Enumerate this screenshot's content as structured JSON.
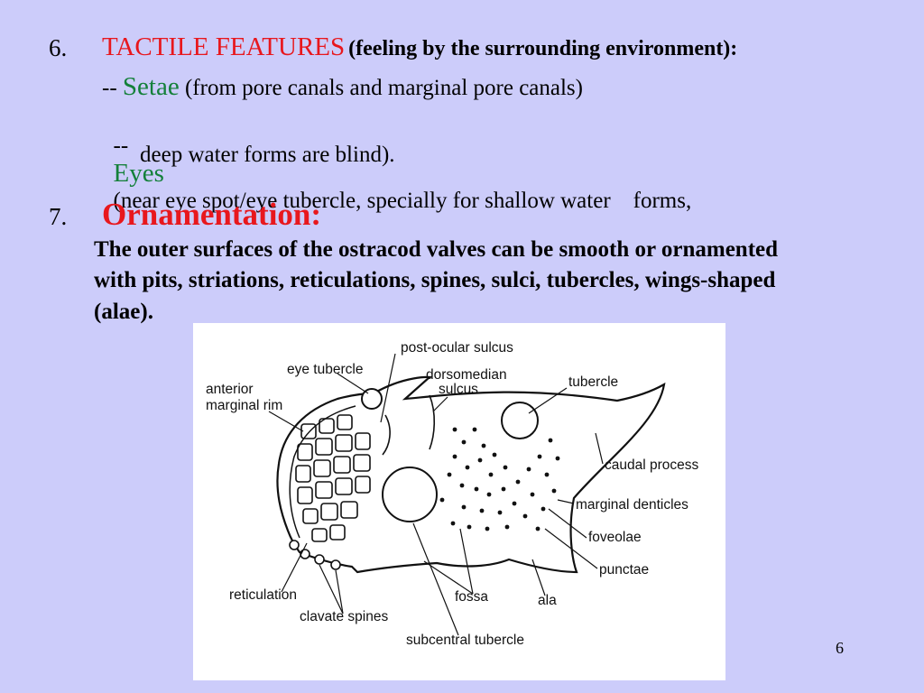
{
  "item6": {
    "number": "6.",
    "title": "TACTILE FEATURES",
    "subtitle": "(feeling by the surrounding environment):",
    "setae_dash": "--",
    "setae_label": "Setae",
    "setae_text": "(from pore canals and marginal pore canals)",
    "eyes_dash": "--",
    "eyes_label": "Eyes",
    "eyes_text": "(near eye spot/eye tubercle, specially for shallow water    forms,",
    "eyes_text_cont": "deep water forms are blind)."
  },
  "item7": {
    "number": "7.",
    "title": "Ornamentation:",
    "body_line1": "The outer surfaces of the ostracod valves can be smooth or ornamented",
    "body_line2": "with pits, striations, reticulations, spines, sulci, tubercles, wings-shaped",
    "body_line3": "(alae)."
  },
  "figure": {
    "labels": {
      "post_ocular_sulcus": "post-ocular sulcus",
      "eye_tubercle": "eye tubercle",
      "dorsomedian": "dorsomedian",
      "sulcus": "sulcus",
      "tubercle": "tubercle",
      "anterior": "anterior",
      "marginal_rim": "marginal rim",
      "caudal_process": "caudal process",
      "marginal_denticles": "marginal denticles",
      "foveolae": "foveolae",
      "punctae": "punctae",
      "reticulation": "reticulation",
      "fossa": "fossa",
      "ala": "ala",
      "clavate_spines": "clavate spines",
      "subcentral_tubercle": "subcentral tubercle"
    }
  },
  "page_number": "6"
}
